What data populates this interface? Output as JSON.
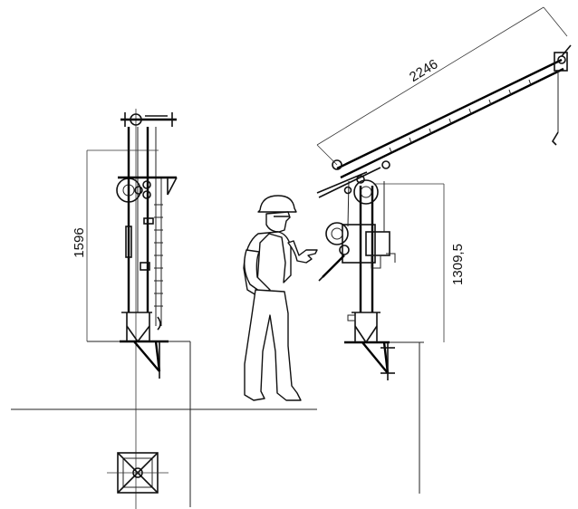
{
  "dimensions": {
    "left_height": "1596",
    "boom_length": "2246",
    "right_height": "1309,5"
  }
}
